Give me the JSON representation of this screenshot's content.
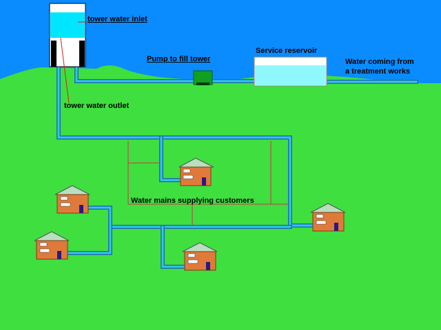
{
  "colors": {
    "sky": "#0a8cff",
    "ground": "#3fdf3f",
    "pipe_fill": "#2fc6f0",
    "pipe_edge": "#1f6f9f",
    "water": "#00e6ff",
    "tower_body": "#ffffff",
    "reservoir_water": "#8ff8ff",
    "pump": "#10a020",
    "main_line": "#cc3344",
    "pointer": "#cc2222",
    "house_wall": "#e07a3a",
    "house_roof": "#b8e0c0",
    "house_door": "#2a1a80",
    "house_window": "#ffffff"
  },
  "labels": {
    "tower_inlet": "tower water inlet",
    "tower_outlet": "tower water outlet",
    "pump": "Pump to fill tower",
    "reservoir": "Service reservoir",
    "treatment_line1": "Water coming from",
    "treatment_line2": "a treatment works",
    "mains": "Water mains supplying customers"
  },
  "components": {
    "tower": "water-tower",
    "reservoir": "service-reservoir",
    "pump": "pump",
    "houses": [
      "house",
      "house",
      "house",
      "house",
      "house"
    ]
  }
}
